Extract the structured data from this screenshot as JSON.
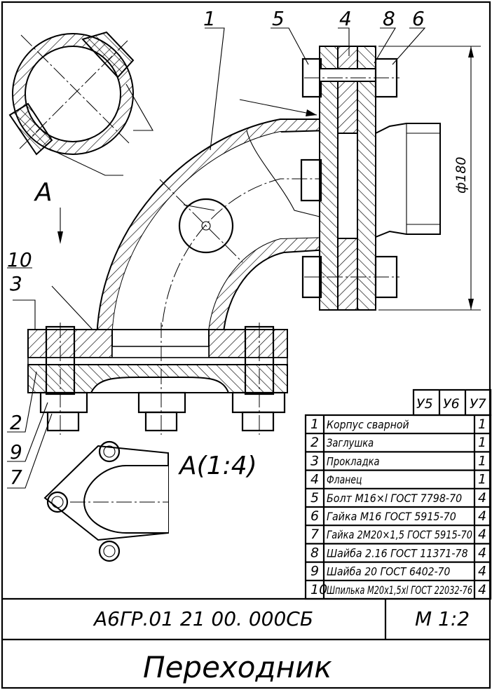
{
  "callouts": {
    "c1": "1",
    "c4": "4",
    "c5": "5",
    "c8": "8",
    "c6": "6",
    "c10": "10",
    "c3": "3",
    "c2": "2",
    "c9": "9",
    "c7": "7"
  },
  "view_label": "A",
  "section_label": "A(1:4)",
  "dimension": "ф180",
  "column_headers": [
    "У5",
    "У6",
    "У7"
  ],
  "bom": [
    {
      "pos": "1",
      "name": "Корпус сварной",
      "qty": "1"
    },
    {
      "pos": "2",
      "name": "Заглушка",
      "qty": "1"
    },
    {
      "pos": "3",
      "name": "Прокладка",
      "qty": "1"
    },
    {
      "pos": "4",
      "name": "Фланец",
      "qty": "1"
    },
    {
      "pos": "5",
      "name": "Болт М16×l ГОСТ 7798-70",
      "qty": "4"
    },
    {
      "pos": "6",
      "name": "Гайка М16 ГОСТ 5915-70",
      "qty": "4"
    },
    {
      "pos": "7",
      "name": "Гайка 2М20×1,5 ГОСТ 5915-70",
      "qty": "4"
    },
    {
      "pos": "8",
      "name": "Шайба 2.16 ГОСТ 11371-78",
      "qty": "4"
    },
    {
      "pos": "9",
      "name": "Шайба 20 ГОСТ 6402-70",
      "qty": "4"
    },
    {
      "pos": "10",
      "name": "Шпилька М20x1,5xl ГОСТ 22032-76",
      "qty": "4"
    }
  ],
  "title_block": {
    "code": "А6ГР.01 21 00. 000СБ",
    "scale": "М  1:2",
    "name": "Переходник"
  }
}
